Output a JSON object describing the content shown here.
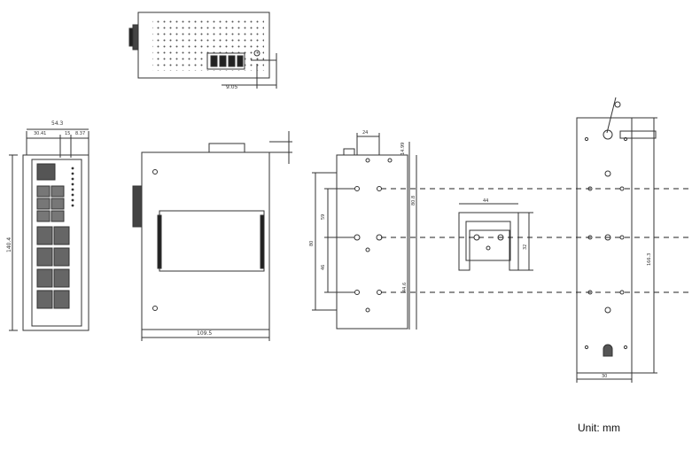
{
  "unit_label": "Unit: mm",
  "dimensions": {
    "top_offset": "9.05",
    "front_width": "54.3",
    "front_left": "30.41",
    "front_mid": "15",
    "front_right": "8.37",
    "front_height": "140.4",
    "side_depth": "109.5",
    "panel_top": "24",
    "panel_top_right": "14.99",
    "panel_h1": "59",
    "panel_h2": "46",
    "panel_right1": "80",
    "panel_right2": "80.8",
    "panel_bottom_right": "44.6",
    "rail_width": "44",
    "rail_height": "32",
    "wall_height": "166.3",
    "wall_width": "30"
  }
}
